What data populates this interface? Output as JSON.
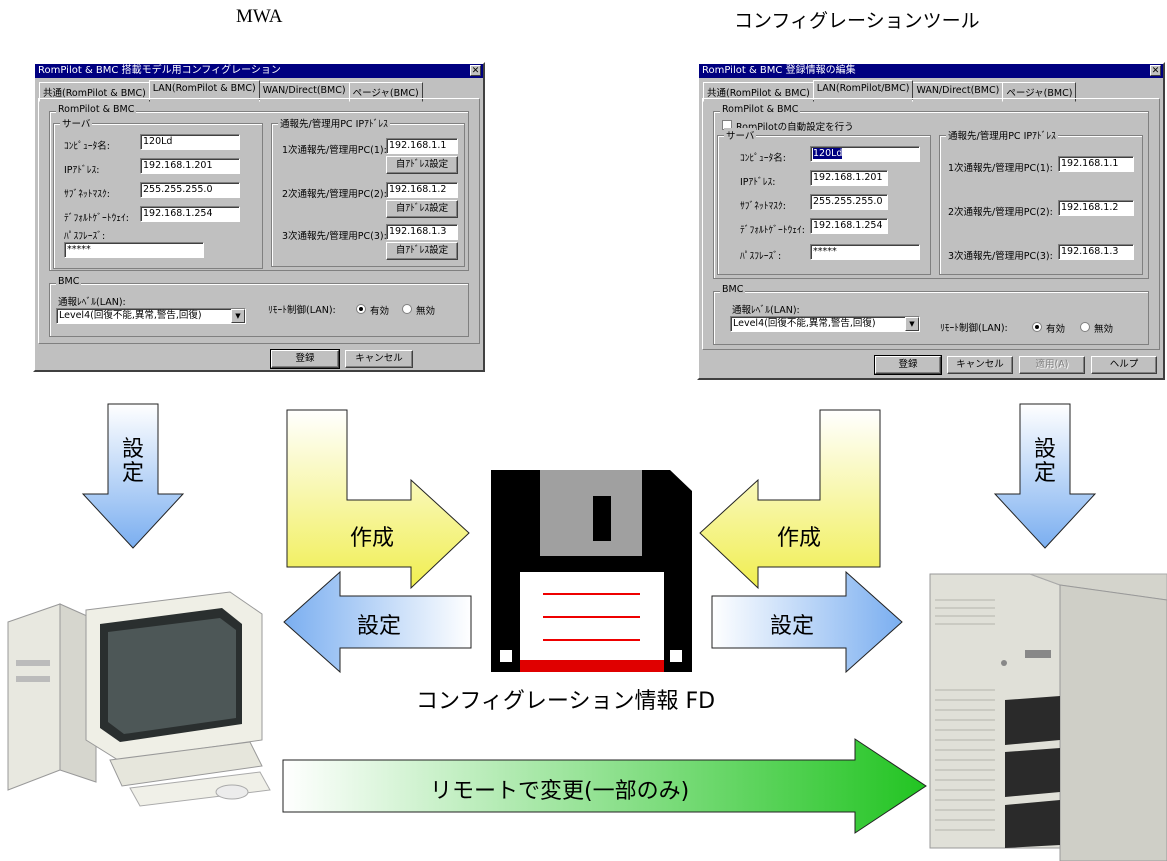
{
  "labels": {
    "mwa": "MWA",
    "config_tool": "コンフィグレーションツール",
    "fd_label": "コンフィグレーション情報 FD",
    "create": "作成",
    "set": "設定",
    "set_vertical": [
      "設",
      "定"
    ],
    "remote_change": "リモートで変更(一部のみ)"
  },
  "left_dialog": {
    "title": "RomPilot & BMC 搭載モデル用コンフィグレーション",
    "close": "✕",
    "tabs": [
      "共通(RomPilot & BMC)",
      "LAN(RomPilot & BMC)",
      "WAN/Direct(BMC)",
      "ページャ(BMC)"
    ],
    "group_rompilot": "RomPilot & BMC",
    "group_server": "サーバ",
    "computer_name_label": "ｺﾝﾋﾟｭｰﾀ名:",
    "computer_name": "120Ld",
    "ip_label": "IPｱﾄﾞﾚｽ:",
    "ip": "192.168.1.201",
    "subnet_label": "ｻﾌﾞﾈｯﾄﾏｽｸ:",
    "subnet": "255.255.255.0",
    "gateway_label": "ﾃﾞﾌｫﾙﾄｹﾞｰﾄｳｪｲ:",
    "gateway": "192.168.1.254",
    "passphrase_label": "ﾊﾟｽﾌﾚｰｽﾞ:",
    "passphrase": "*****",
    "group_report": "通報先/管理用PC IPｱﾄﾞﾚｽ",
    "report1_label": "1次通報先/管理用PC(1):",
    "report1": "192.168.1.1",
    "report2_label": "2次通報先/管理用PC(2):",
    "report2": "192.168.1.2",
    "report3_label": "3次通報先/管理用PC(3):",
    "report3": "192.168.1.3",
    "self_addr_btn": "自ｱﾄﾞﾚｽ設定",
    "group_bmc": "BMC",
    "report_level_label": "通報ﾚﾍﾞﾙ(LAN):",
    "report_level": "Level4(回復不能,異常,警告,回復)",
    "remote_label": "ﾘﾓｰﾄ制御(LAN):",
    "enabled": "有効",
    "disabled": "無効",
    "register": "登録",
    "cancel": "キャンセル"
  },
  "right_dialog": {
    "title": "RomPilot & BMC 登録情報の編集",
    "close": "✕",
    "tabs": [
      "共通(RomPilot & BMC)",
      "LAN(RomPilot/BMC)",
      "WAN/Direct(BMC)",
      "ページャ(BMC)"
    ],
    "group_rompilot": "RomPilot & BMC",
    "auto_config": "RomPilotの自動設定を行う",
    "group_server": "サーバ",
    "computer_name_label": "ｺﾝﾋﾟｭｰﾀ名:",
    "computer_name": "120Ld",
    "ip_label": "IPｱﾄﾞﾚｽ:",
    "ip": "192.168.1.201",
    "subnet_label": "ｻﾌﾞﾈｯﾄﾏｽｸ:",
    "subnet": "255.255.255.0",
    "gateway_label": "ﾃﾞﾌｫﾙﾄｹﾞｰﾄｳｪｲ:",
    "gateway": "192.168.1.254",
    "passphrase_label": "ﾊﾟｽﾌﾚｰｽﾞ:",
    "passphrase": "*****",
    "group_report": "通報先/管理用PC IPｱﾄﾞﾚｽ",
    "report1_label": "1次通報先/管理用PC(1):",
    "report1": "192.168.1.1",
    "report2_label": "2次通報先/管理用PC(2):",
    "report2": "192.168.1.2",
    "report3_label": "3次通報先/管理用PC(3):",
    "report3": "192.168.1.3",
    "group_bmc": "BMC",
    "report_level_label": "通報ﾚﾍﾞﾙ(LAN):",
    "report_level": "Level4(回復不能,異常,警告,回復)",
    "remote_label": "ﾘﾓｰﾄ制御(LAN):",
    "enabled": "有効",
    "disabled": "無効",
    "register": "登録",
    "cancel": "キャンセル",
    "apply": "適用(A)",
    "help": "ヘルプ"
  },
  "colors": {
    "title_bar": "#000080",
    "arrow_blue_top": "#ffffff",
    "arrow_blue_bottom": "#7fb2ec",
    "arrow_yellow": "#f2f060",
    "arrow_green": "#33cc33",
    "floppy_body": "#000000",
    "floppy_shutter": "#a0a0a0",
    "floppy_line": "#e00000"
  }
}
